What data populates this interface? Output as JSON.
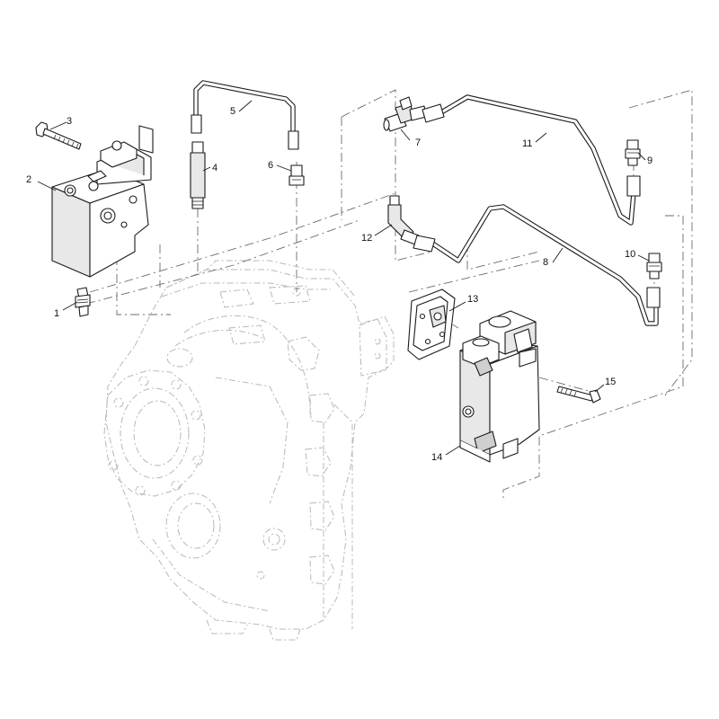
{
  "callouts": [
    {
      "id": "1",
      "label": "1"
    },
    {
      "id": "2",
      "label": "2"
    },
    {
      "id": "3",
      "label": "3"
    },
    {
      "id": "4",
      "label": "4"
    },
    {
      "id": "5",
      "label": "5"
    },
    {
      "id": "6",
      "label": "6"
    },
    {
      "id": "7",
      "label": "7"
    },
    {
      "id": "8",
      "label": "8"
    },
    {
      "id": "9",
      "label": "9"
    },
    {
      "id": "10",
      "label": "10"
    },
    {
      "id": "11",
      "label": "11"
    },
    {
      "id": "12",
      "label": "12"
    },
    {
      "id": "13",
      "label": "13"
    },
    {
      "id": "14",
      "label": "14"
    },
    {
      "id": "15",
      "label": "15"
    }
  ],
  "colors": {
    "line": "#1a1a1a",
    "ghost": "#b8b8b8",
    "phantom": "#6a6a6a",
    "background": "#ffffff"
  }
}
